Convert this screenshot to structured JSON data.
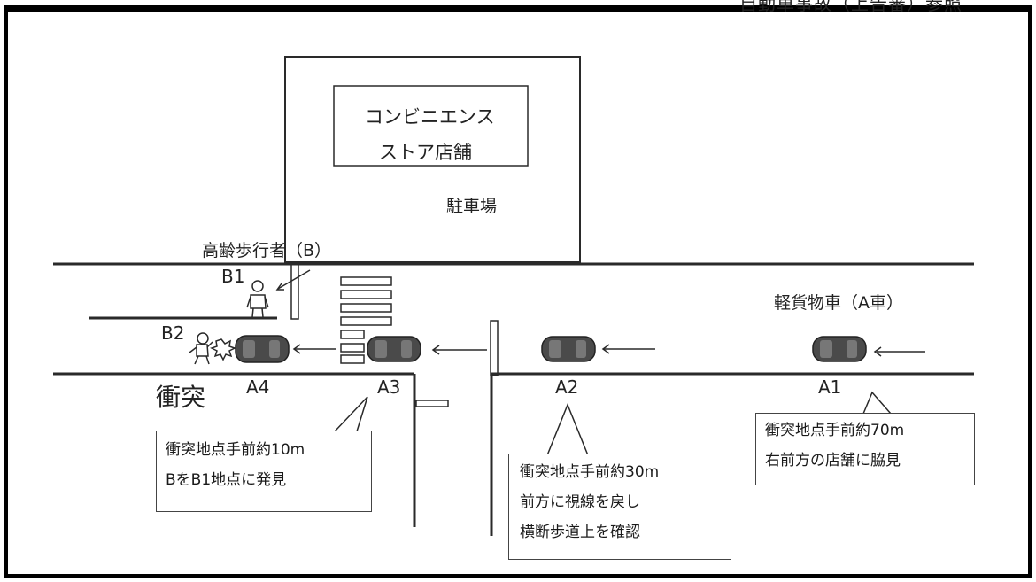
{
  "header": {
    "title": "自動車事故（上告審）参照"
  },
  "store": {
    "line1": "コンビニエンス",
    "line2": "ストア店舗"
  },
  "parking": {
    "label": "駐車場"
  },
  "pedestrian": {
    "label": "高齢歩行者（B）"
  },
  "vehicle": {
    "label": "軽貨物車（A車）"
  },
  "positions": {
    "b1": "B1",
    "b2": "B2",
    "a1": "A1",
    "a2": "A2",
    "a3": "A3",
    "a4": "A4"
  },
  "collision": {
    "label": "衝突"
  },
  "callouts": {
    "a3": {
      "line1": "衝突地点手前約10m",
      "line2": "BをB1地点に発見"
    },
    "a2": {
      "line1": "衝突地点手前約30m",
      "line2": "前方に視線を戻し",
      "line3": "横断歩道上を確認"
    },
    "a1": {
      "line1": "衝突地点手前約70m",
      "line2": "右前方の店舗に脇見"
    }
  },
  "colors": {
    "line": "#2a2a2a",
    "car_body": "#4a4a4a",
    "car_window": "#777777"
  }
}
